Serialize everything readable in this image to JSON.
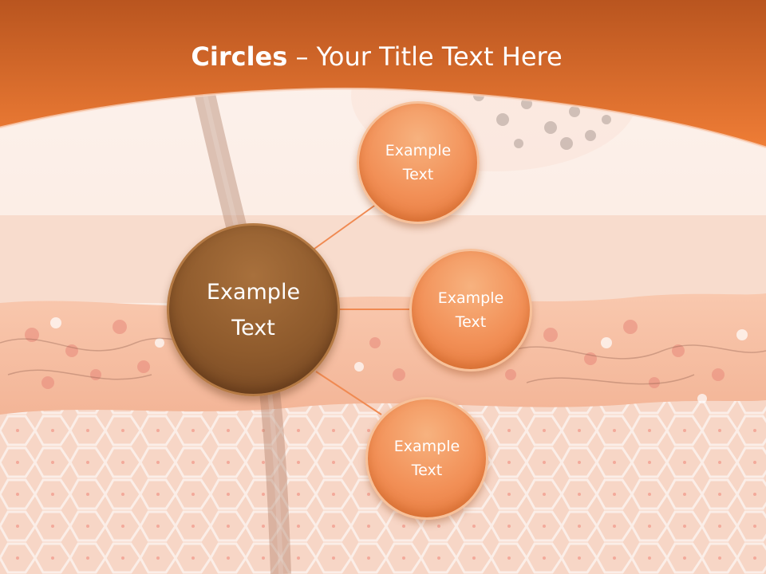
{
  "slide": {
    "title_bold": "Circles",
    "title_rest": " – Your Title Text Here",
    "center_label": "Example\nText",
    "outer_labels": [
      "Example\nText",
      "Example\nText",
      "Example\nText"
    ]
  },
  "colors": {
    "header_orange": "#ee7a33",
    "center_brown": "#8e5a2c",
    "circle_orange": "#f29057",
    "connector": "#f08a52",
    "skin_light": "#fbe9df",
    "skin_mid": "#f6cdb8"
  }
}
